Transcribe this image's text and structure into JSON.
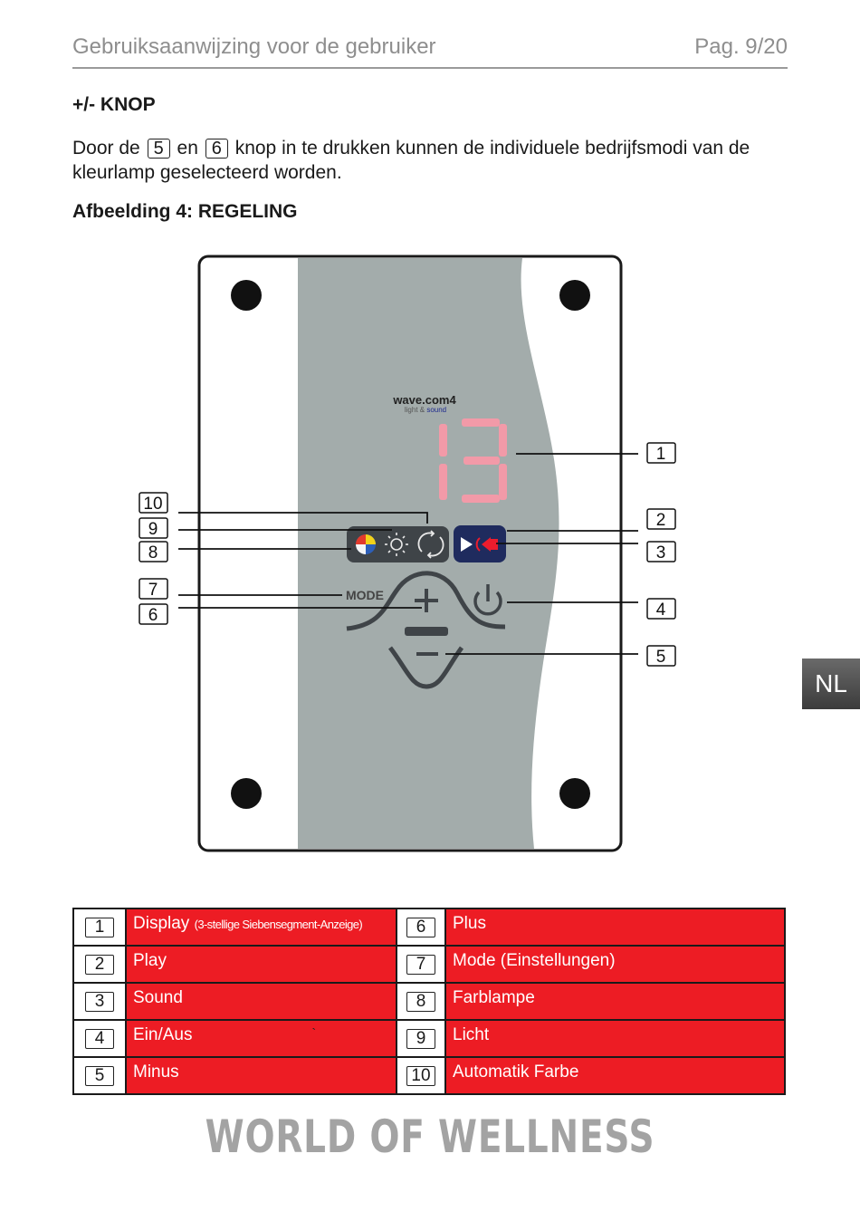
{
  "header": {
    "title": "Gebruiksaanwijzing voor de gebruiker",
    "page": "Pag. 9/20"
  },
  "section_title": "+/- KNOP",
  "paragraph": {
    "part1": "Door de",
    "box1": "5",
    "part2": "en",
    "box2": "6",
    "part3": "knop in te drukken kunnen de individuele bedrijfsmodi van de kleurlamp geselecteerd worden."
  },
  "figure_caption": "Afbeelding 4: REGELING",
  "device": {
    "brand": "wave.com4",
    "brand_sub_1": "light & ",
    "brand_sub_2": "sound",
    "display_value": "13",
    "mode_label": "MODE",
    "callouts": [
      "1",
      "2",
      "3",
      "4",
      "5",
      "6",
      "7",
      "8",
      "9",
      "10"
    ]
  },
  "language_tab": "NL",
  "legend": [
    {
      "left_num": "1",
      "left_label": "Display",
      "left_note": "(3-stellige Siebensegment-Anzeige)",
      "right_num": "6",
      "right_label": "Plus"
    },
    {
      "left_num": "2",
      "left_label": "Play",
      "left_note": "",
      "right_num": "7",
      "right_label": "Mode (Einstellungen)"
    },
    {
      "left_num": "3",
      "left_label": "Sound",
      "left_note": "",
      "right_num": "8",
      "right_label": "Farblampe"
    },
    {
      "left_num": "4",
      "left_label": "Ein/Aus",
      "left_note": "`",
      "right_num": "9",
      "right_label": "Licht"
    },
    {
      "left_num": "5",
      "left_label": "Minus",
      "left_note": "",
      "right_num": "10",
      "right_label": "Automatik Farbe"
    }
  ],
  "footer_brand": "WORLD OF WELLNESS",
  "colors": {
    "legend_bg": "#ed1c24",
    "panel_grey": "#a3acab",
    "display_red": "#f29aa8",
    "control_dark": "#3f4448",
    "sound_blue": "#1f2b5e"
  }
}
